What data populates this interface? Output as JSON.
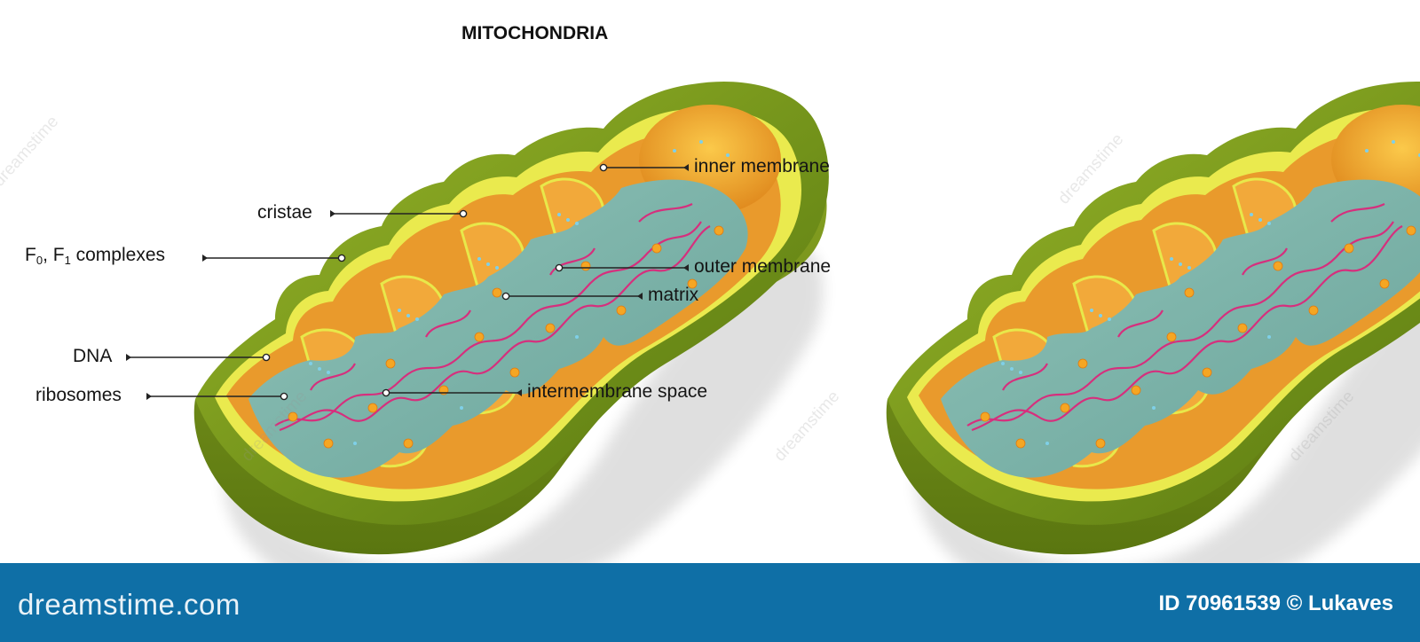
{
  "title": "MITOCHONDRIA",
  "labels": {
    "inner_membrane": "inner membrane",
    "cristae": "cristae",
    "f_prefix": "F",
    "f0_sub": "0",
    "f_sep": ", F",
    "f1_sub": "1",
    "f_suffix": " complexes",
    "outer_membrane": "outer membrane",
    "matrix": "matrix",
    "dna": "DNA",
    "ribosomes": "ribosomes",
    "intermembrane_space": "intermembrane space"
  },
  "watermark": "dreamstime",
  "footer": {
    "brand": "dreamstime.com",
    "credit": "ID 70961539 © Lukaves"
  },
  "colors": {
    "outer_green": "#7a9a1e",
    "outer_dark": "#5e7d13",
    "membrane_yellow": "#e8e84a",
    "intermembrane_orange": "#e89a2a",
    "matrix_teal": "#7bb6ac",
    "dna_pink": "#d62f7d",
    "ribosome_orange": "#f5a623",
    "footer_blue": "#0f6fa6"
  }
}
